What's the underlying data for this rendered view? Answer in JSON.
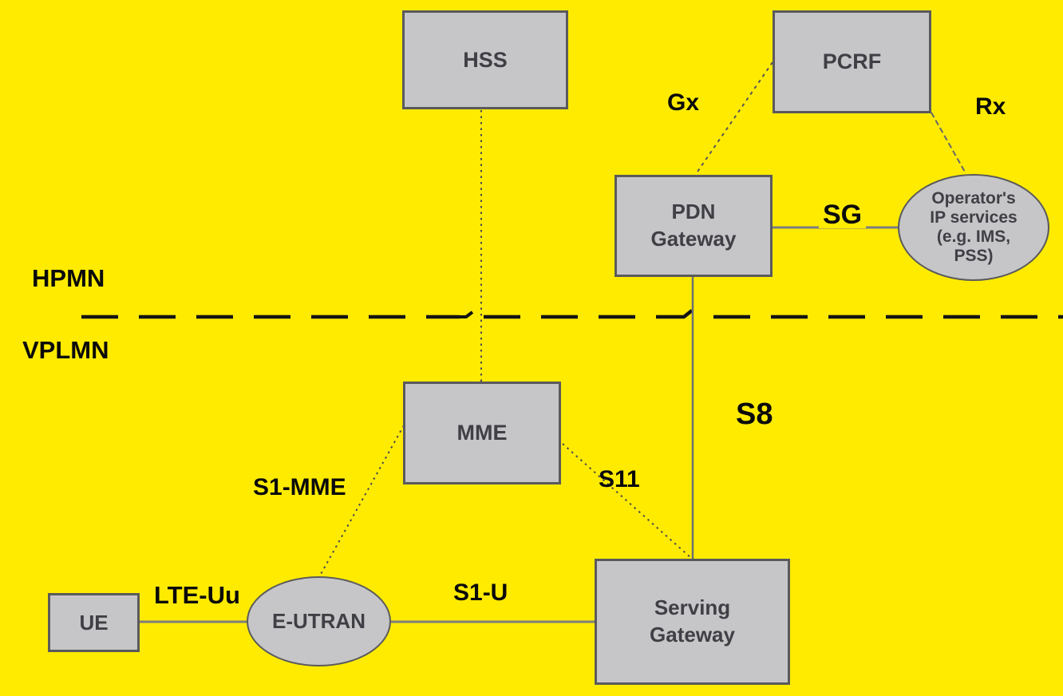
{
  "diagram": {
    "colors": {
      "background": "#ffeb00",
      "node_fill": "#c6c6c8",
      "node_border": "#5a5a5c",
      "node_text": "#3f3f46",
      "label_text": "#0a0a0a",
      "solid_line": "#7d7d80",
      "dotted_line": "#4a4a50",
      "boundary_line": "#141414"
    },
    "regions": {
      "home_network": "HPMN",
      "visited_network": "VPLMN"
    },
    "nodes": {
      "hss": {
        "label": "HSS"
      },
      "pcrf": {
        "label": "PCRF"
      },
      "pdn_gateway": {
        "lines": [
          "PDN",
          "Gateway"
        ]
      },
      "operator_ip_services": {
        "lines": [
          "Operator's",
          "IP services",
          "(e.g. IMS,",
          "PSS)"
        ]
      },
      "mme": {
        "label": "MME"
      },
      "serving_gateway": {
        "lines": [
          "Serving",
          "Gateway"
        ]
      },
      "e_utran": {
        "label": "E-UTRAN"
      },
      "ue": {
        "label": "UE"
      }
    },
    "interfaces": {
      "gx": "Gx",
      "rx": "Rx",
      "sg": "SG",
      "s8": "S8",
      "s11": "S11",
      "s1_mme": "S1-MME",
      "s1_u": "S1-U",
      "lte_uu": "LTE-Uu"
    }
  }
}
